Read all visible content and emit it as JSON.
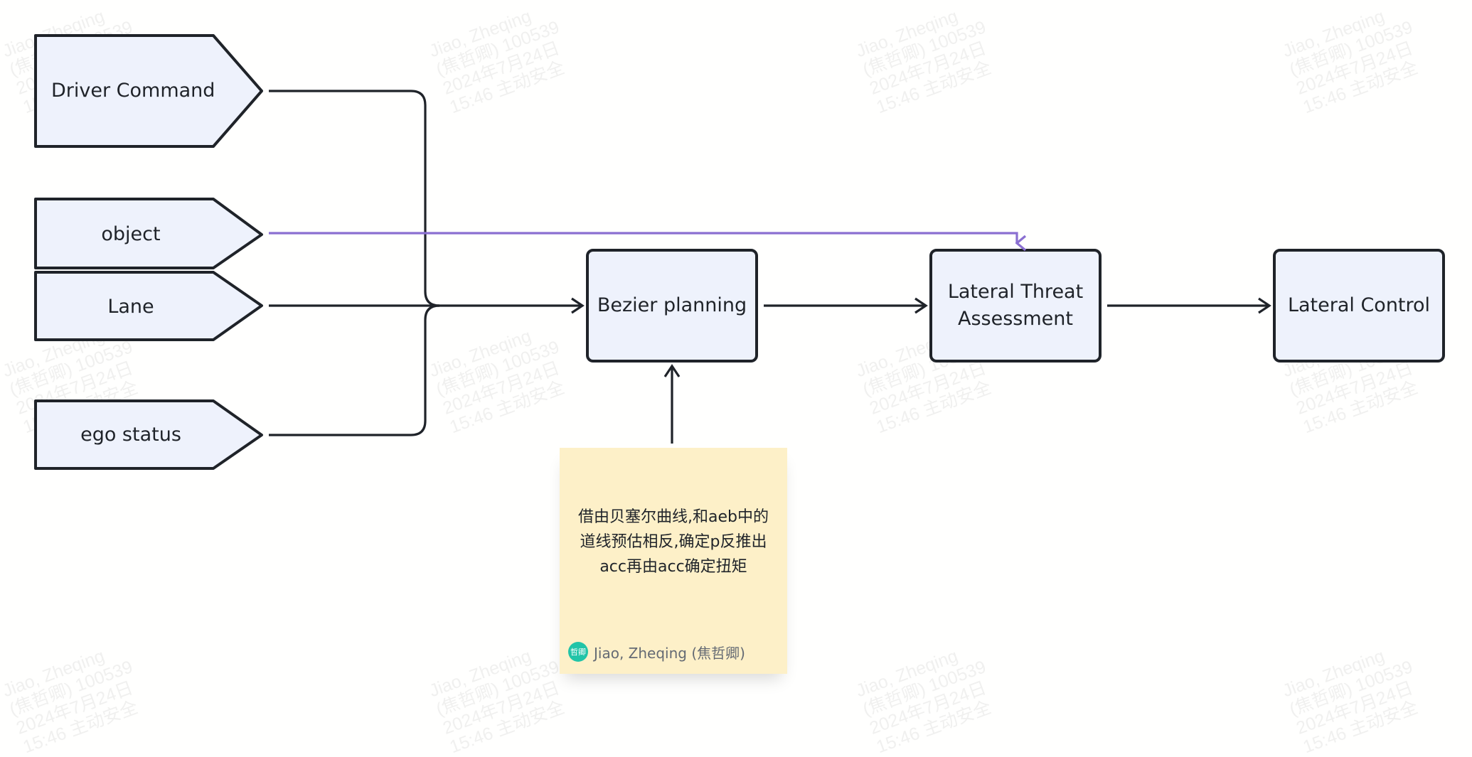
{
  "watermark": {
    "lines": [
      "Jiao, Zheqing",
      "(焦哲卿) 100539",
      "2024年7月24日",
      "15:46 主动安全"
    ]
  },
  "inputs": {
    "driver_command": "Driver Command",
    "object": "object",
    "lane": "Lane",
    "ego_status": "ego status"
  },
  "blocks": {
    "bezier_planning": "Bezier planning",
    "lateral_threat_assessment": "Lateral Threat\nAssessment",
    "lateral_control": "Lateral Control"
  },
  "sticky_note": {
    "text": "借由贝塞尔曲线,和aeb中的\n道线预估相反,确定p反推出\nacc再由acc确定扭矩",
    "author": "Jiao, Zheqing (焦哲卿)",
    "avatar_initials": "哲卿"
  },
  "colors": {
    "shape_fill": "#eef2fc",
    "shape_stroke": "#1f2329",
    "object_connector": "#8a6fd1",
    "sticky_fill": "#fdf0c8"
  }
}
